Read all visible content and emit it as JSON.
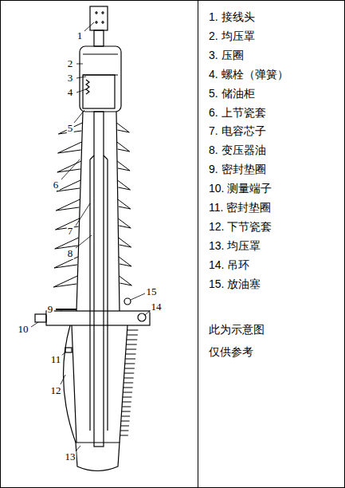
{
  "diagram": {
    "nodes": [
      {
        "text": [
          "1. 接线头",
          "2. 均压罩",
          "3. 压圈",
          "4. 螺栓（弹簧）",
          "5. 储油柜",
          "6. 上节瓷套",
          "7. 电容芯子",
          "8. 变压器油",
          "9. 密封垫圈",
          "10. 测量端子",
          "11. 密封垫圈",
          "12. 下节瓷套",
          "13. 均压罩",
          "14. 吊环",
          "15. 放油塞",
          "此为示意图 仅供参考"
        ]
      }
    ],
    "labels": [
      "1",
      "2",
      "3",
      "4",
      "5",
      "6",
      "7",
      "8",
      "9",
      "10",
      "11",
      "12",
      "13",
      "14",
      "15"
    ]
  }
}
